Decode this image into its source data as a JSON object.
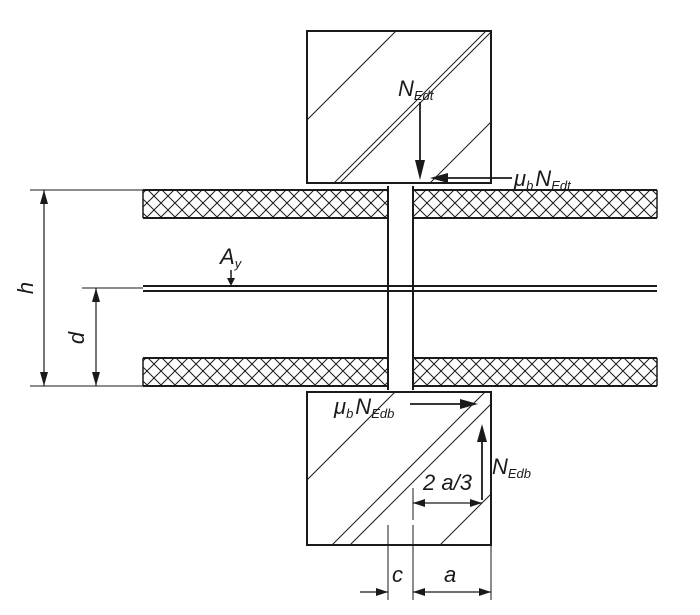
{
  "labels": {
    "n_edt": {
      "main": "N",
      "sub": "Edt"
    },
    "mu_n_edt": {
      "mu": "μ",
      "mu_sub": "b",
      "main": "N",
      "sub": "Edt"
    },
    "a_y": {
      "main": "A",
      "sub": "y"
    },
    "h": "h",
    "d": "d",
    "mu_n_edb": {
      "mu": "μ",
      "mu_sub": "b",
      "main": "N",
      "sub": "Edb"
    },
    "n_edb": {
      "main": "N",
      "sub": "Edb"
    },
    "two_a_3": "2 a/3",
    "c": "c",
    "a": "a"
  },
  "colors": {
    "line": "#1a1a1a",
    "background": "#ffffff"
  }
}
